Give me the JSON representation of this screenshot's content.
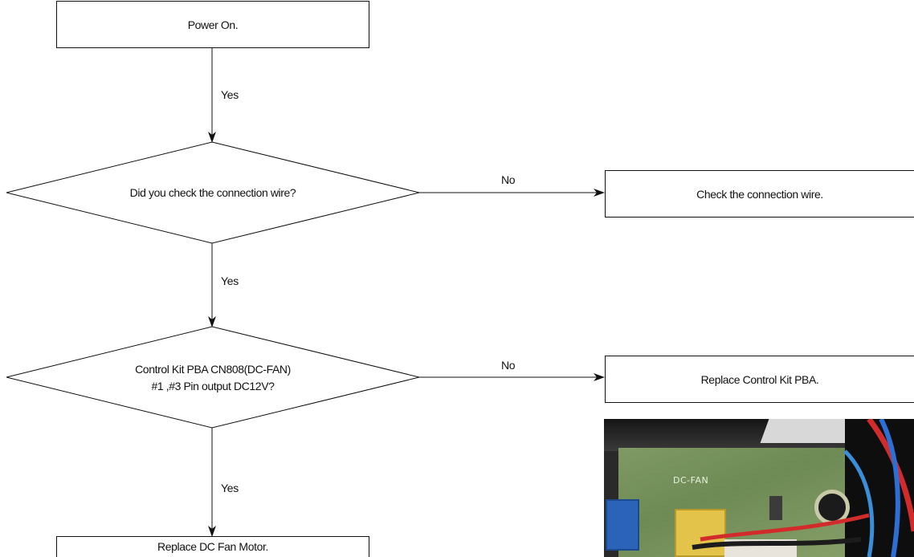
{
  "nodes": {
    "power_on": "Power On.",
    "decision_wire": "Did you check the connection wire?",
    "check_wire": "Check the connection wire.",
    "decision_control": "Control Kit PBA CN808(DC-FAN)\n#1 ,#3 Pin output DC12V?",
    "replace_control": "Replace Control Kit PBA.",
    "replace_motor": "Replace DC Fan Motor."
  },
  "edges": {
    "yes_1": "Yes",
    "no_1": "No",
    "yes_2": "Yes",
    "no_2": "No",
    "yes_3": "Yes"
  },
  "photo": {
    "silkscreen_label": "DC-FAN",
    "connector_colors": [
      "#2a63b8",
      "#e3c34a"
    ],
    "wire_colors": [
      "#d22b2b",
      "#2e6fd6",
      "#1c1c1c"
    ]
  }
}
